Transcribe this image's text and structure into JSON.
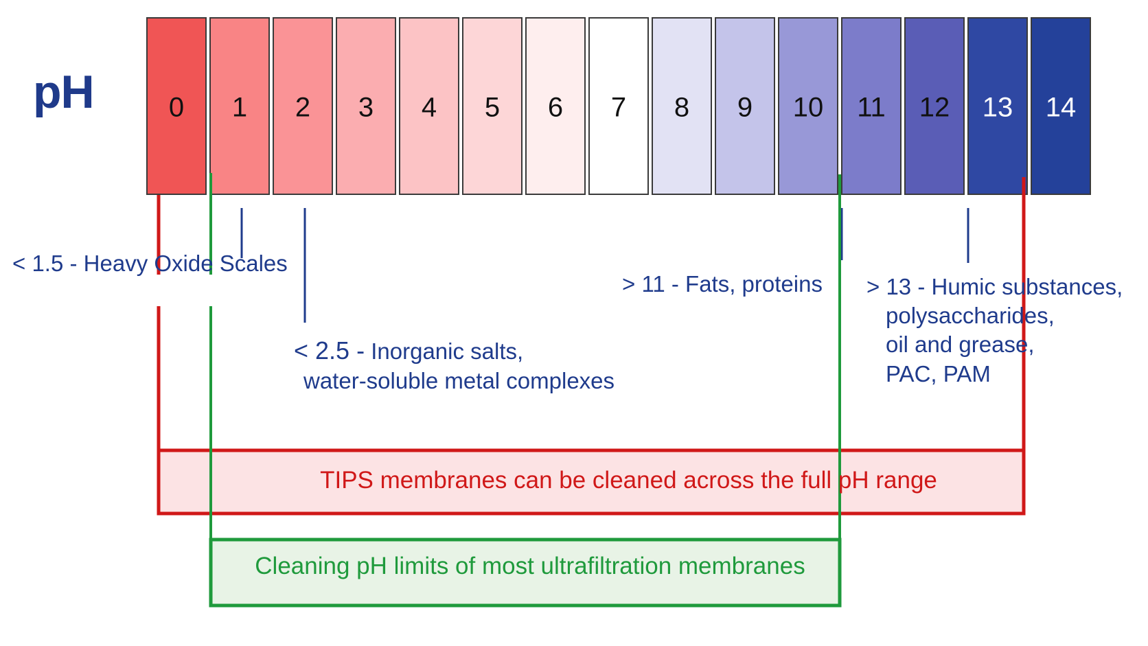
{
  "axis_label": "pH",
  "scale": {
    "values": [
      "0",
      "1",
      "2",
      "3",
      "4",
      "5",
      "6",
      "7",
      "8",
      "9",
      "10",
      "11",
      "12",
      "13",
      "14"
    ],
    "colors": [
      "#f05555",
      "#f98485",
      "#fa9396",
      "#fbadb0",
      "#fcc3c5",
      "#fdd6d7",
      "#feeeee",
      "#ffffff",
      "#e2e2f4",
      "#c4c4ea",
      "#9898d7",
      "#7c7cca",
      "#5a5db6",
      "#2f48a3",
      "#24419a"
    ],
    "text_colors": [
      "#111111",
      "#111111",
      "#111111",
      "#111111",
      "#111111",
      "#111111",
      "#111111",
      "#111111",
      "#111111",
      "#111111",
      "#111111",
      "#111111",
      "#111111",
      "#ffffff",
      "#ffffff"
    ]
  },
  "annotations": {
    "oxide": {
      "prefix": "< 1.5 -",
      "text": "Heavy Oxide Scales",
      "ph": 1.5
    },
    "salts": {
      "prefix": "< 2.5 -",
      "text": "Inorganic salts,",
      "line2": "water-soluble metal complexes",
      "ph": 2.5
    },
    "fats": {
      "prefix": "> 11 -",
      "text": "Fats, proteins",
      "ph": 11
    },
    "humic": {
      "prefix": "> 13 -",
      "text": "Humic substances,",
      "lines": [
        "polysaccharides,",
        "oil and grease,",
        "PAC, PAM"
      ],
      "ph": 13
    }
  },
  "ranges": {
    "tips": {
      "label": "TIPS membranes can be cleaned across the full pH range",
      "from": 0,
      "to": 14,
      "color": "#d01818",
      "fill": "#fce3e4"
    },
    "uf": {
      "label": "Cleaning pH limits of most ultrafiltration membranes",
      "from": 1,
      "to": 11,
      "color": "#1f9a3c",
      "fill": "#e8f3e6"
    }
  },
  "colors": {
    "annotation_text": "#1f3b8c",
    "marker_line": "#1f3b8c"
  }
}
